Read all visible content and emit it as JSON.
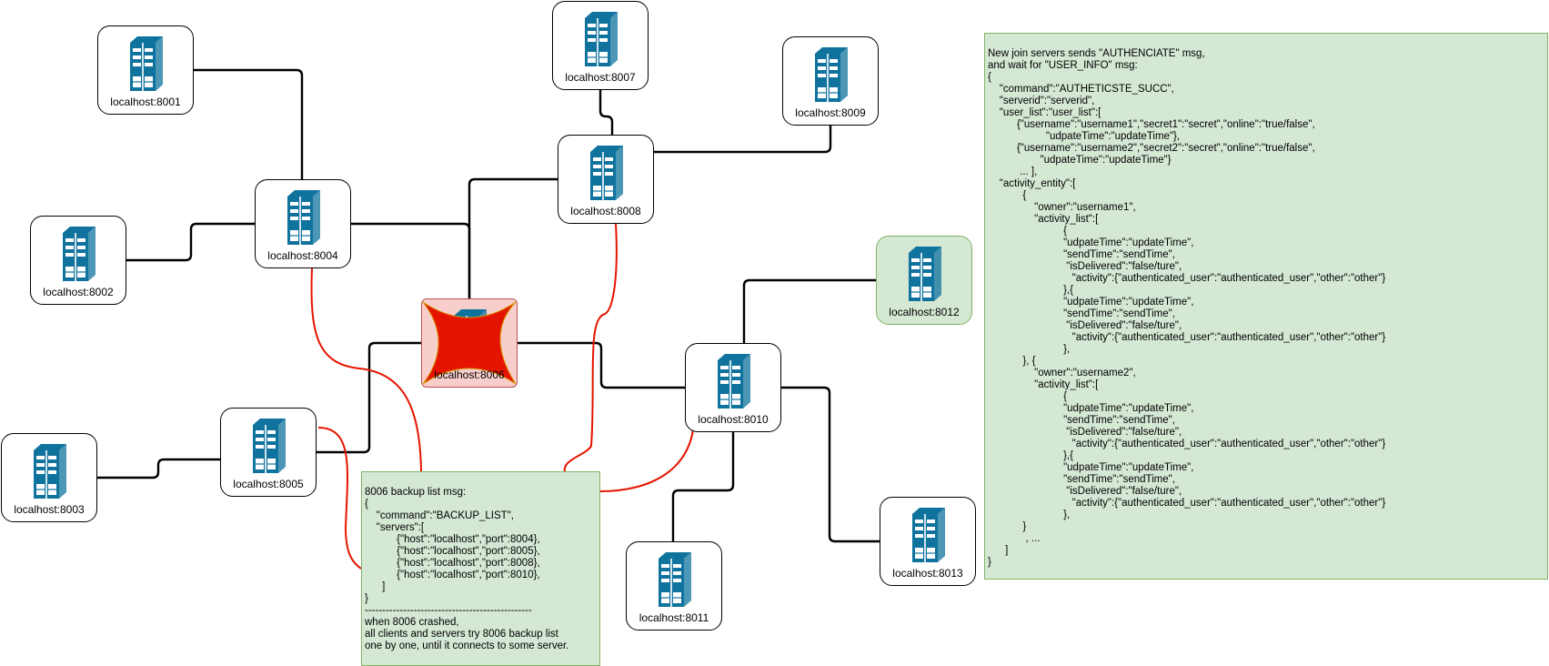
{
  "servers": [
    {
      "id": "8001",
      "label": "localhost:8001",
      "style": "normal"
    },
    {
      "id": "8002",
      "label": "localhost:8002",
      "style": "normal"
    },
    {
      "id": "8003",
      "label": "localhost:8003",
      "style": "normal"
    },
    {
      "id": "8004",
      "label": "localhost:8004",
      "style": "normal"
    },
    {
      "id": "8005",
      "label": "localhost:8005",
      "style": "normal"
    },
    {
      "id": "8006",
      "label": "localhost:8006",
      "style": "crashed"
    },
    {
      "id": "8007",
      "label": "localhost:8007",
      "style": "normal"
    },
    {
      "id": "8008",
      "label": "localhost:8008",
      "style": "normal"
    },
    {
      "id": "8009",
      "label": "localhost:8009",
      "style": "normal"
    },
    {
      "id": "8010",
      "label": "localhost:8010",
      "style": "normal"
    },
    {
      "id": "8011",
      "label": "localhost:8011",
      "style": "normal"
    },
    {
      "id": "8012",
      "label": "localhost:8012",
      "style": "new"
    },
    {
      "id": "8013",
      "label": "localhost:8013",
      "style": "normal"
    }
  ],
  "connections": [
    [
      "8001",
      "8004"
    ],
    [
      "8002",
      "8004"
    ],
    [
      "8004",
      "8006"
    ],
    [
      "8003",
      "8005"
    ],
    [
      "8005",
      "8006"
    ],
    [
      "8007",
      "8008"
    ],
    [
      "8008",
      "8006"
    ],
    [
      "8009",
      "8008"
    ],
    [
      "8006",
      "8010"
    ],
    [
      "8012",
      "8010"
    ],
    [
      "8010",
      "8011"
    ],
    [
      "8010",
      "8013"
    ]
  ],
  "backup_links": [
    "8004",
    "8005",
    "8008",
    "8010"
  ],
  "backup_note": {
    "lines": [
      "8006 backup list msg:",
      "{",
      "    \"command\":\"BACKUP_LIST\",",
      "    \"servers\":[",
      "           {\"host\":\"localhost\",\"port\":8004},",
      "           {\"host\":\"localhost\",\"port\":8005},",
      "           {\"host\":\"localhost\",\"port\":8008},",
      "           {\"host\":\"localhost\",\"port\":8010},",
      "      ]",
      "}",
      "------------------------------------------------",
      "when 8006 crashed,",
      "all clients and servers try 8006 backup list",
      "one by one, until it connects to some server."
    ]
  },
  "auth_note": {
    "lines": [
      "New join servers sends \"AUTHENCIATE\" msg,",
      "and wait for \"USER_INFO\" msg:",
      "{",
      "    \"command\":\"AUTHETICSTE_SUCC\",",
      "    \"serverid\":\"serverid\",",
      "    \"user_list\":\"user_list\":[",
      "          {\"username\":\"username1\",\"secret1\":\"secret\",\"online\":\"true/false\",",
      "                    \"udpateTime\":\"updateTime\"},",
      "          {\"username\":\"username2\",\"secret2\":\"secret\",\"online\":\"true/false\",",
      "                  \"udpateTime\":\"updateTime\"}",
      "           ... ],",
      "    \"activity_entity\":[",
      "            {",
      "                \"owner\":\"username1\",",
      "                \"activity_list\":[",
      "                          {",
      "                          \"udpateTime\":\"updateTime\",",
      "                          \"sendTime\":\"sendTime\",",
      "                           \"isDelivered\":\"false/ture\",",
      "                             \"activity\":{\"authenticated_user\":\"authenticated_user\",\"other\":\"other\"}",
      "                          },{",
      "                          \"udpateTime\":\"updateTime\",",
      "                          \"sendTime\":\"sendTime\",",
      "                           \"isDelivered\":\"false/ture\",",
      "                             \"activity\":{\"authenticated_user\":\"authenticated_user\",\"other\":\"other\"}",
      "                          },",
      "            }, {",
      "                \"owner\":\"username2\",",
      "                \"activity_list\":[",
      "                          {",
      "                          \"udpateTime\":\"updateTime\",",
      "                          \"sendTime\":\"sendTime\",",
      "                           \"isDelivered\":\"false/ture\",",
      "                             \"activity\":{\"authenticated_user\":\"authenticated_user\",\"other\":\"other\"}",
      "                          },{",
      "                          \"udpateTime\":\"updateTime\",",
      "                          \"sendTime\":\"sendTime\",",
      "                           \"isDelivered\":\"false/ture\",",
      "                             \"activity\":{\"authenticated_user\":\"authenticated_user\",\"other\":\"other\"}",
      "                          },",
      "            }",
      "             , ...",
      "      ]",
      "}"
    ]
  },
  "colors": {
    "server_icon": "#10739e",
    "link": "#000000",
    "backup_link": "#e51400",
    "crash_mark": "#e51400",
    "note_fill": "#d5e8d4",
    "note_border": "#82b366",
    "crashed_fill": "#f8cecc"
  },
  "icons": {
    "server": "server-rack-icon",
    "crash": "crash-burst-icon"
  }
}
